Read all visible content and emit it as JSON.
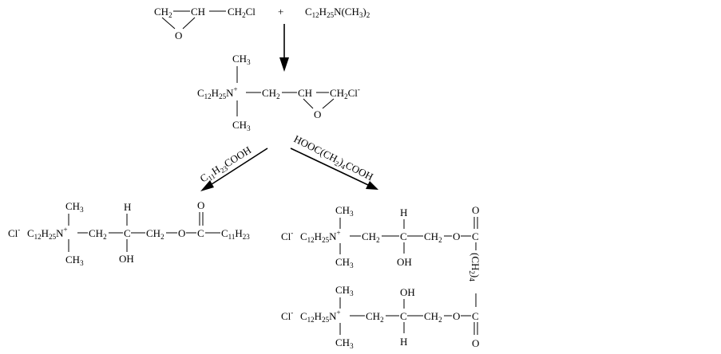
{
  "reactants": {
    "epichlorohydrin": {
      "ch2": "CH",
      "ch2_sub": "2",
      "ch": "CH",
      "ch2cl": "CH",
      "ch2cl_sub": "2",
      "cl": "Cl",
      "o": "O"
    },
    "plus": "+",
    "amine": {
      "c": "C",
      "c_sub": "12",
      "h": "H",
      "h_sub": "25",
      "rest": "N(CH",
      "me_sub": "3",
      "close": ")",
      "close_sub": "2"
    }
  },
  "intermediate": {
    "ch3_top": "CH",
    "ch3_top_sub": "3",
    "c": "C",
    "c_sub": "12",
    "h": "H",
    "h_sub": "25",
    "n": "N",
    "n_charge": "+",
    "ch2": "CH",
    "ch2_sub": "2",
    "ch": "CH",
    "ch2cl": "CH",
    "ch2cl_sub": "2",
    "cl": "Cl",
    "cl_charge": "-",
    "o": "O",
    "ch3_bot": "CH",
    "ch3_bot_sub": "3"
  },
  "reagents": {
    "left": {
      "c": "C",
      "c_sub": "11",
      "h": "H",
      "h_sub": "23",
      "rest": "COOH"
    },
    "right": {
      "a": "HOOC(CH",
      "a_sub": "2",
      "b": ")",
      "b_sub": "4",
      "c": "COOH"
    }
  },
  "product_left": {
    "cl": "Cl",
    "cl_charge": "-",
    "c": "C",
    "c_sub": "12",
    "h": "H",
    "h_sub": "25",
    "n": "N",
    "n_charge": "+",
    "ch3_top": "CH",
    "ch3_top_sub": "3",
    "ch3_bot": "CH",
    "ch3_bot_sub": "3",
    "ch2a": "CH",
    "ch2a_sub": "2",
    "c_center": "C",
    "h_top": "H",
    "oh": "OH",
    "ch2b": "CH",
    "ch2b_sub": "2",
    "o": "O",
    "c_ester": "C",
    "o_carbonyl": "O",
    "tail_c": "C",
    "tail_c_sub": "11",
    "tail_h": "H",
    "tail_h_sub": "23"
  },
  "product_right": {
    "top": {
      "cl": "Cl",
      "cl_charge": "-",
      "c": "C",
      "c_sub": "12",
      "h": "H",
      "h_sub": "25",
      "n": "N",
      "n_charge": "+",
      "ch3_top": "CH",
      "ch3_top_sub": "3",
      "ch3_bot": "CH",
      "ch3_bot_sub": "3",
      "ch2a": "CH",
      "ch2a_sub": "2",
      "c_center": "C",
      "h_top": "H",
      "oh": "OH",
      "ch2b": "CH",
      "ch2b_sub": "2",
      "o": "O",
      "c_ester": "C",
      "o_carbonyl": "O"
    },
    "linker": {
      "a": "(CH",
      "a_sub": "2",
      "b": ")",
      "b_sub": "4"
    },
    "bottom": {
      "cl": "Cl",
      "cl_charge": "-",
      "c": "C",
      "c_sub": "12",
      "h": "H",
      "h_sub": "25",
      "n": "N",
      "n_charge": "+",
      "ch3_top": "CH",
      "ch3_top_sub": "3",
      "ch3_bot": "CH",
      "ch3_bot_sub": "3",
      "ch2a": "CH",
      "ch2a_sub": "2",
      "c_center": "C",
      "oh": "OH",
      "h_bot": "H",
      "ch2b": "CH",
      "ch2b_sub": "2",
      "o": "O",
      "c_ester": "C",
      "o_carbonyl": "O"
    }
  }
}
